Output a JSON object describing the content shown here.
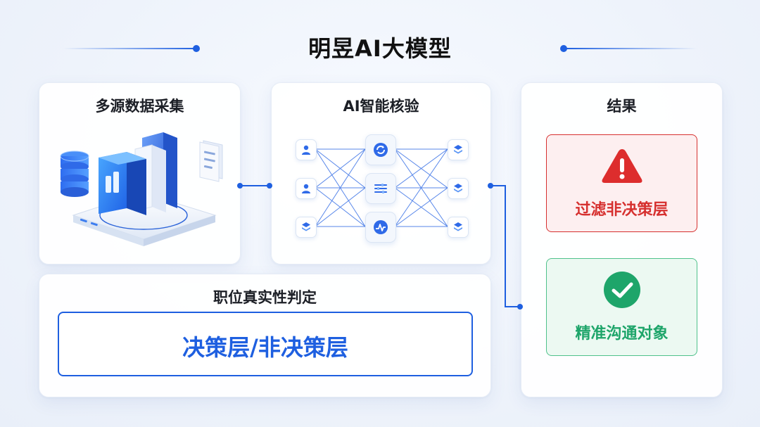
{
  "title": "明昱AI大模型",
  "panels": {
    "collection": {
      "title": "多源数据采集"
    },
    "verification": {
      "title": "AI智能核验"
    },
    "result": {
      "title": "结果",
      "filter_label": "过滤非决策层",
      "precise_label": "精准沟通对象"
    },
    "judgement": {
      "title": "职位真实性判定",
      "verdict": "决策层/非决策层"
    }
  },
  "icons": {
    "collection": [
      "database-icon",
      "server-cube-icon",
      "document-icon"
    ],
    "network_inputs": [
      "user-icon",
      "user-icon",
      "layers-icon"
    ],
    "network_hubs": [
      "refresh-icon",
      "sliders-icon",
      "ai-chart-icon"
    ],
    "network_outputs": [
      "layers-icon",
      "layers-icon",
      "layers-icon"
    ],
    "result": [
      "warning-icon",
      "check-circle-icon"
    ]
  },
  "colors": {
    "accent": "#1e5fe0",
    "danger": "#d6302f",
    "danger_bg": "#fdeff0",
    "success": "#1ea56a",
    "success_bg": "#ecf9f2"
  }
}
